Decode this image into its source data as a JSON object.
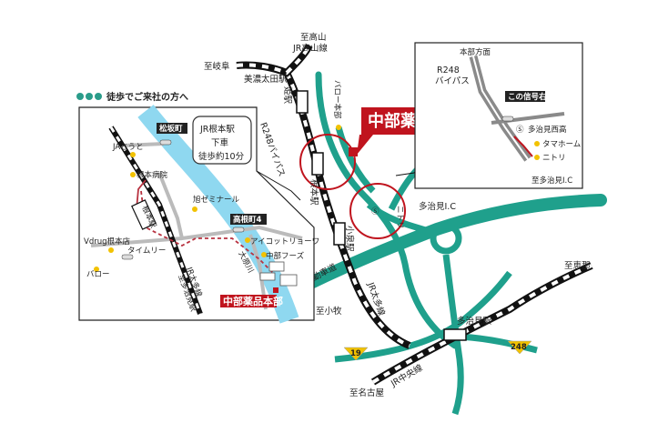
{
  "main_map": {
    "headquarters": "中部薬品本部",
    "stations": {
      "nemoto": "根本駅",
      "kaneko": "姫駅",
      "koizumi": "小泉駅",
      "tajimi": "多治見駅"
    },
    "lines": {
      "taita": "JR太多線",
      "chuo": "JR中央線",
      "takayama": "至高山\nJR高山線"
    },
    "roads": {
      "r248": "R248バイパス",
      "expressway": "中央自動車道",
      "ic": "多治見I.C"
    },
    "landmarks": {
      "paro_honbu": "バロー本部",
      "nitori": "ニトリ"
    },
    "directions": {
      "gifu": "至岐阜",
      "minoota": "美濃太田駅",
      "takayama": "至高山",
      "takayama_line": "JR高山線",
      "komaki": "至小牧",
      "ena": "至恵那",
      "nagoya": "至名古屋"
    },
    "route_numbers": {
      "r19": "19",
      "r248": "248"
    }
  },
  "inset_walk": {
    "heading": "徒歩でご来社の方へ",
    "info_box": [
      "JR根本駅",
      "下車",
      "徒歩約10分"
    ],
    "signals": {
      "matsuzaka": "松坂町",
      "takanecho": "高根町4"
    },
    "landmarks": {
      "jatoto": "JAとうと",
      "nemoto_hospital": "根本病院",
      "asahi_seminar": "旭ゼミナール",
      "vdrug": "Vdrug根本店",
      "timely": "タイムリー",
      "paro": "バロー",
      "aikotto": "アイコットリョーワ",
      "chubu_foods": "中部フーズ",
      "nemoto_station": "根本駅",
      "oharagawa": "大原川",
      "taita_line": "JR太多線",
      "taita_line2": "至多治見駅"
    },
    "headquarters": "中部薬品本部"
  },
  "inset_north": {
    "direction_top": "本部方面",
    "road": "R248\nバイパス",
    "signal_label": "この信号右折",
    "landmarks": {
      "tajimi_nishi": "多治見西高",
      "tamahome": "タマホーム",
      "nitori": "ニトリ"
    },
    "direction_bottom": "至多治見I.C"
  },
  "colors": {
    "road_green": "#1fa08c",
    "river_blue": "#8fd8f0",
    "hq_red": "#c0141e",
    "rail_black": "#111111",
    "marker_yellow": "#f2c200",
    "inset_route": "#b83240"
  }
}
